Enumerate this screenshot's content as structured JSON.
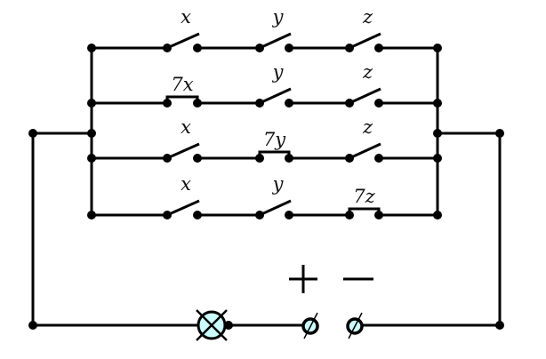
{
  "rows": [
    {
      "switches": [
        {
          "label": "x",
          "closed": false
        },
        {
          "label": "y",
          "closed": false
        },
        {
          "label": "z",
          "closed": false
        }
      ]
    },
    {
      "switches": [
        {
          "label": "7x",
          "closed": true
        },
        {
          "label": "y",
          "closed": false
        },
        {
          "label": "z",
          "closed": false
        }
      ]
    },
    {
      "switches": [
        {
          "label": "x",
          "closed": false
        },
        {
          "label": "7y",
          "closed": true
        },
        {
          "label": "z",
          "closed": false
        }
      ]
    },
    {
      "switches": [
        {
          "label": "x",
          "closed": false
        },
        {
          "label": "y",
          "closed": false
        },
        {
          "label": "7z",
          "closed": true
        }
      ]
    }
  ],
  "battery": {
    "plus": "+",
    "minus": "—"
  },
  "colors": {
    "wire": "#000000",
    "lamp_fill": "#ccffff"
  }
}
